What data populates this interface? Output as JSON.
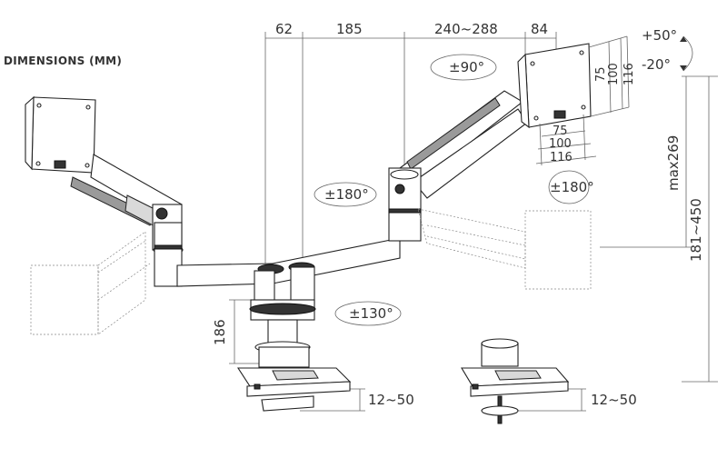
{
  "title": "DIMENSIONS (MM)",
  "dimensions": {
    "top_62": "62",
    "top_185": "185",
    "top_240_288": "240~288",
    "top_84": "84",
    "vesa_75_h": "75",
    "vesa_100_h": "100",
    "vesa_116_h": "116",
    "vesa_75_v": "75",
    "vesa_100_v": "100",
    "vesa_116_v": "116",
    "tilt_up": "+50°",
    "tilt_down": "-20°",
    "max_269": "max269",
    "height_181_450": "181~450",
    "pole_186": "186",
    "clamp_left": "12~50",
    "clamp_right": "12~50"
  },
  "rotations": {
    "swivel_90": "±90°",
    "rotate_180_left": "±180°",
    "rotate_180_right": "±180°",
    "rotate_130": "±130°"
  },
  "colors": {
    "line": "#333333",
    "ghost": "#888888",
    "accent_dark": "#333333"
  }
}
